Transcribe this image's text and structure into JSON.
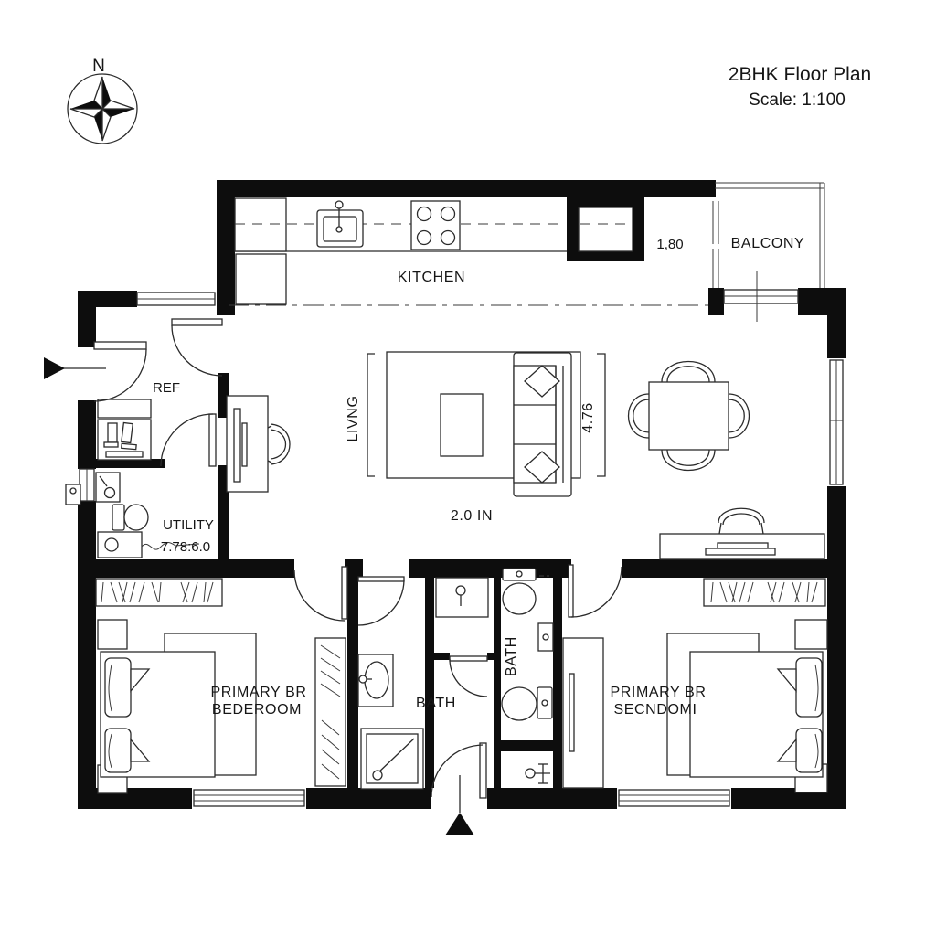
{
  "title": {
    "line1": "2BHK Floor Plan",
    "line2": "Scale: 1:100"
  },
  "compass": {
    "label": "N"
  },
  "rooms": {
    "kitchen": {
      "label": "KITCHEN"
    },
    "balcony": {
      "label": "BALCONY"
    },
    "foyer": {
      "ref_label": "REF"
    },
    "utility": {
      "label": "UTILITY",
      "dims": "7.78:6.0"
    },
    "living": {
      "label": "LIVNG"
    },
    "bath_main": {
      "label": "BATH"
    },
    "bath_secondary": {
      "label": "BATH"
    },
    "bedroom_left": {
      "line1": "PRIMARY BR",
      "line2": "BEDEROOM"
    },
    "bedroom_right": {
      "line1": "PRIMARY BR",
      "line2": "SECNDOMI"
    }
  },
  "dimensions": {
    "balcony_opening": "1,80",
    "living_width": "2.0 IN",
    "living_height": "4.76"
  },
  "colors": {
    "wall": "#0d0d0d",
    "line": "#2b2b2b",
    "background": "#ffffff"
  }
}
